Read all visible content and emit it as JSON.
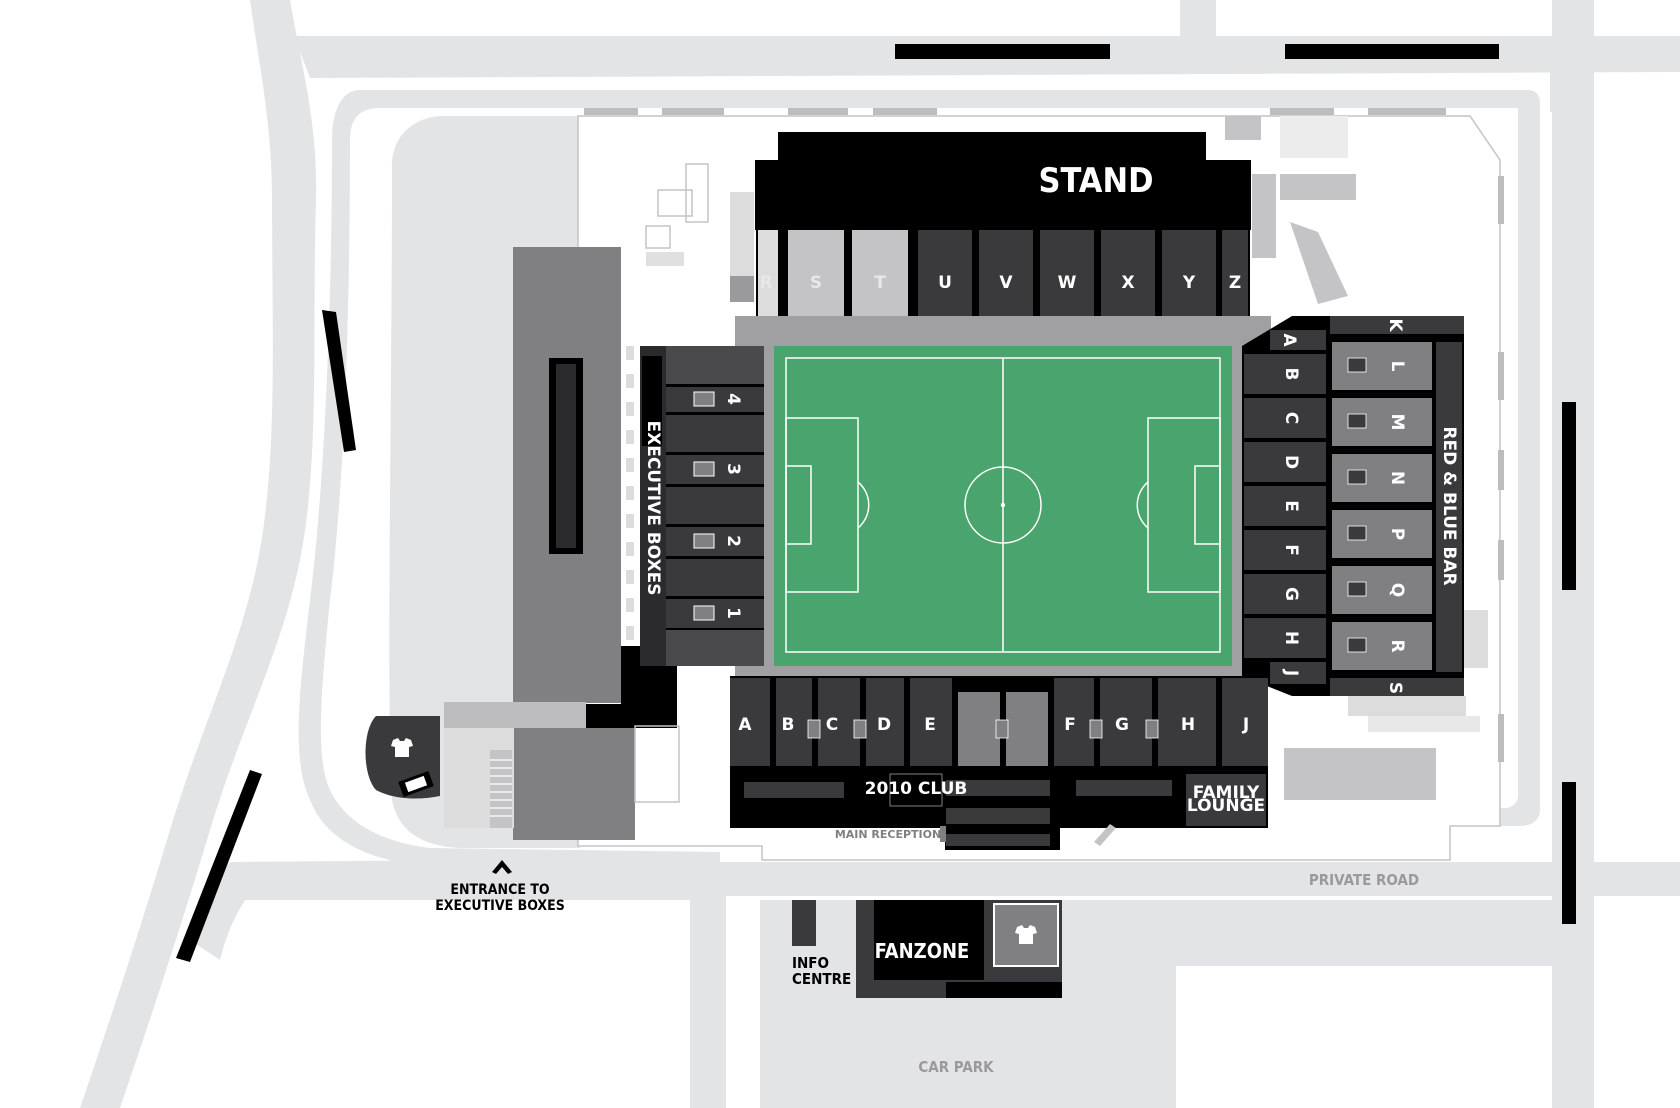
{
  "map": {
    "main_stand_label": "STAND",
    "north_sections": [
      "R",
      "S",
      "T",
      "U",
      "V",
      "W",
      "X",
      "Y",
      "Z"
    ],
    "south_sections": [
      "A",
      "B",
      "C",
      "D",
      "E",
      "F",
      "G",
      "H",
      "J"
    ],
    "east_inner_sections": [
      "A",
      "B",
      "C",
      "D",
      "E",
      "F",
      "G",
      "H",
      "J"
    ],
    "east_outer_sections": [
      "K",
      "L",
      "M",
      "N",
      "P",
      "Q",
      "R",
      "S"
    ],
    "executive_boxes": [
      "4",
      "3",
      "2",
      "1"
    ],
    "labels": {
      "executive_boxes": "EXECUTIVE BOXES",
      "red_blue_bar": "RED & BLUE BAR",
      "club_2010": "2010 CLUB",
      "family_lounge_1": "FAMILY",
      "family_lounge_2": "LOUNGE",
      "main_reception": "MAIN RECEPTION",
      "private_road": "PRIVATE ROAD",
      "entrance_1": "ENTRANCE TO",
      "entrance_2": "EXECUTIVE BOXES",
      "info_centre_1": "INFO",
      "info_centre_2": "CENTRE",
      "fanzone": "FANZONE",
      "car_park": "CAR PARK"
    },
    "icons": [
      "shirt-icon",
      "ticket-icon",
      "chevron-up-icon"
    ],
    "colors": {
      "pitch": "#4aa46d",
      "road": "#e3e4e5",
      "stand_dark": "#3a3a3c",
      "stand_mid": "#808083",
      "stand_light": "#c4c4c6",
      "black": "#000000"
    }
  }
}
